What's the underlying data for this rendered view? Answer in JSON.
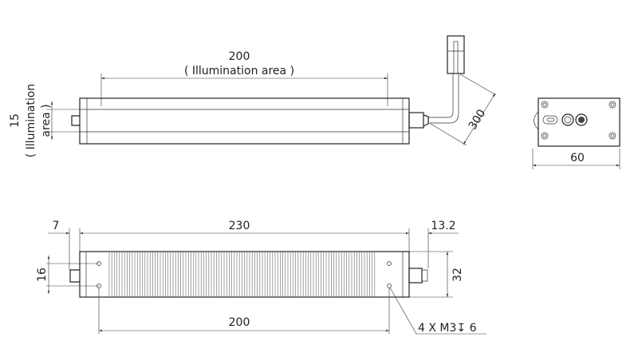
{
  "top_view": {
    "length_dim": "200",
    "length_note": "( Illumination area )",
    "width_dim": "15",
    "width_note_1": "( Illumination",
    "width_note_2": "area )",
    "cable_dim": "300"
  },
  "end_view": {
    "width_dim": "60"
  },
  "bottom_view": {
    "offset_dim": "7",
    "length_dim": "230",
    "connector_dim": "13.2",
    "height_dim": "32",
    "hole_spacing_vertical": "16",
    "hole_spacing_horizontal": "200",
    "hole_callout": "4 X M3↧ 6"
  }
}
